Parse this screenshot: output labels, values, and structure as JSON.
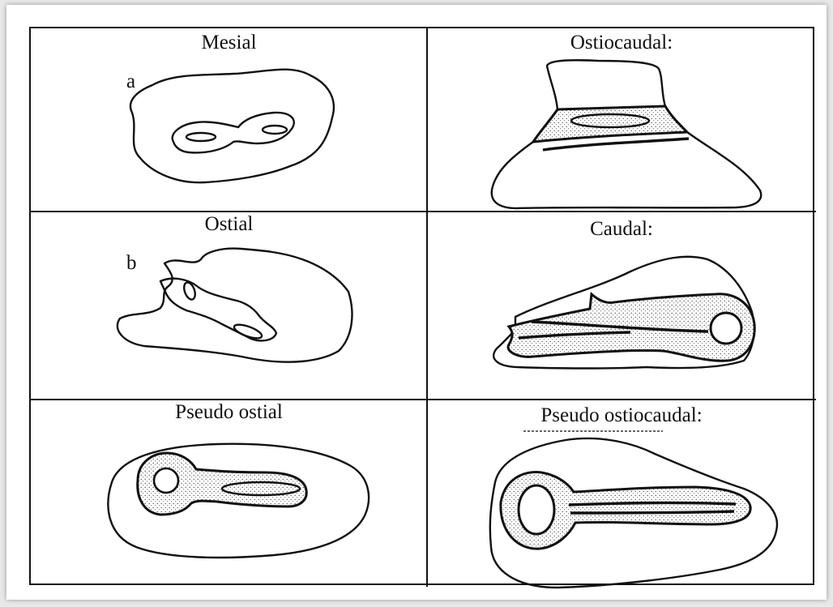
{
  "figure": {
    "cells": [
      {
        "label": "Mesial",
        "letter": "a"
      },
      {
        "label": "Ostiocaudal:",
        "letter": ""
      },
      {
        "label": "Ostial",
        "letter": "b"
      },
      {
        "label": "Caudal:",
        "letter": ""
      },
      {
        "label": "Pseudo ostial",
        "letter": ""
      },
      {
        "label": "Pseudo ostiocaudal:",
        "letter": ""
      }
    ]
  }
}
